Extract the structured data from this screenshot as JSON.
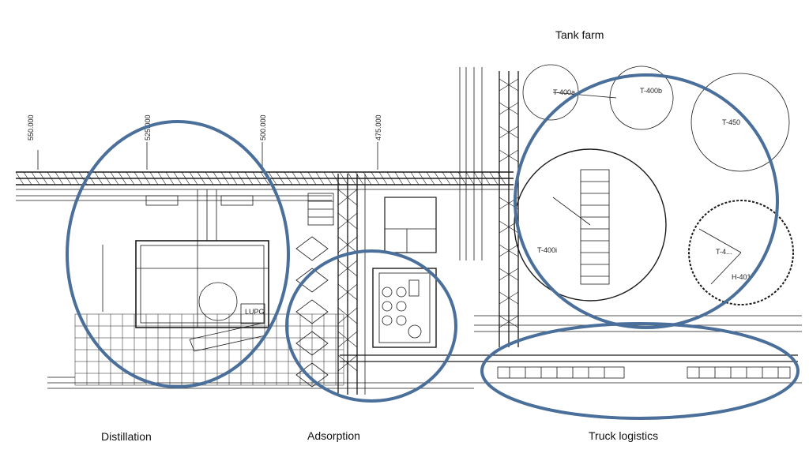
{
  "zones": {
    "tank_farm": "Tank farm",
    "distillation": "Distillation",
    "adsorption": "Adsorption",
    "truck_logistics": "Truck logistics"
  },
  "dimensions": [
    "550.000",
    "525.000",
    "500.000",
    "475.000"
  ],
  "tanks": {
    "t400a": "T-400a",
    "t400b": "T-400b",
    "t450": "T-450",
    "t400i": "T-400i",
    "h401": "H-401",
    "t4xx": "T-4..."
  },
  "building_labels": {
    "lupg": "LUPG"
  },
  "highlight_color": "#4a6f9a"
}
